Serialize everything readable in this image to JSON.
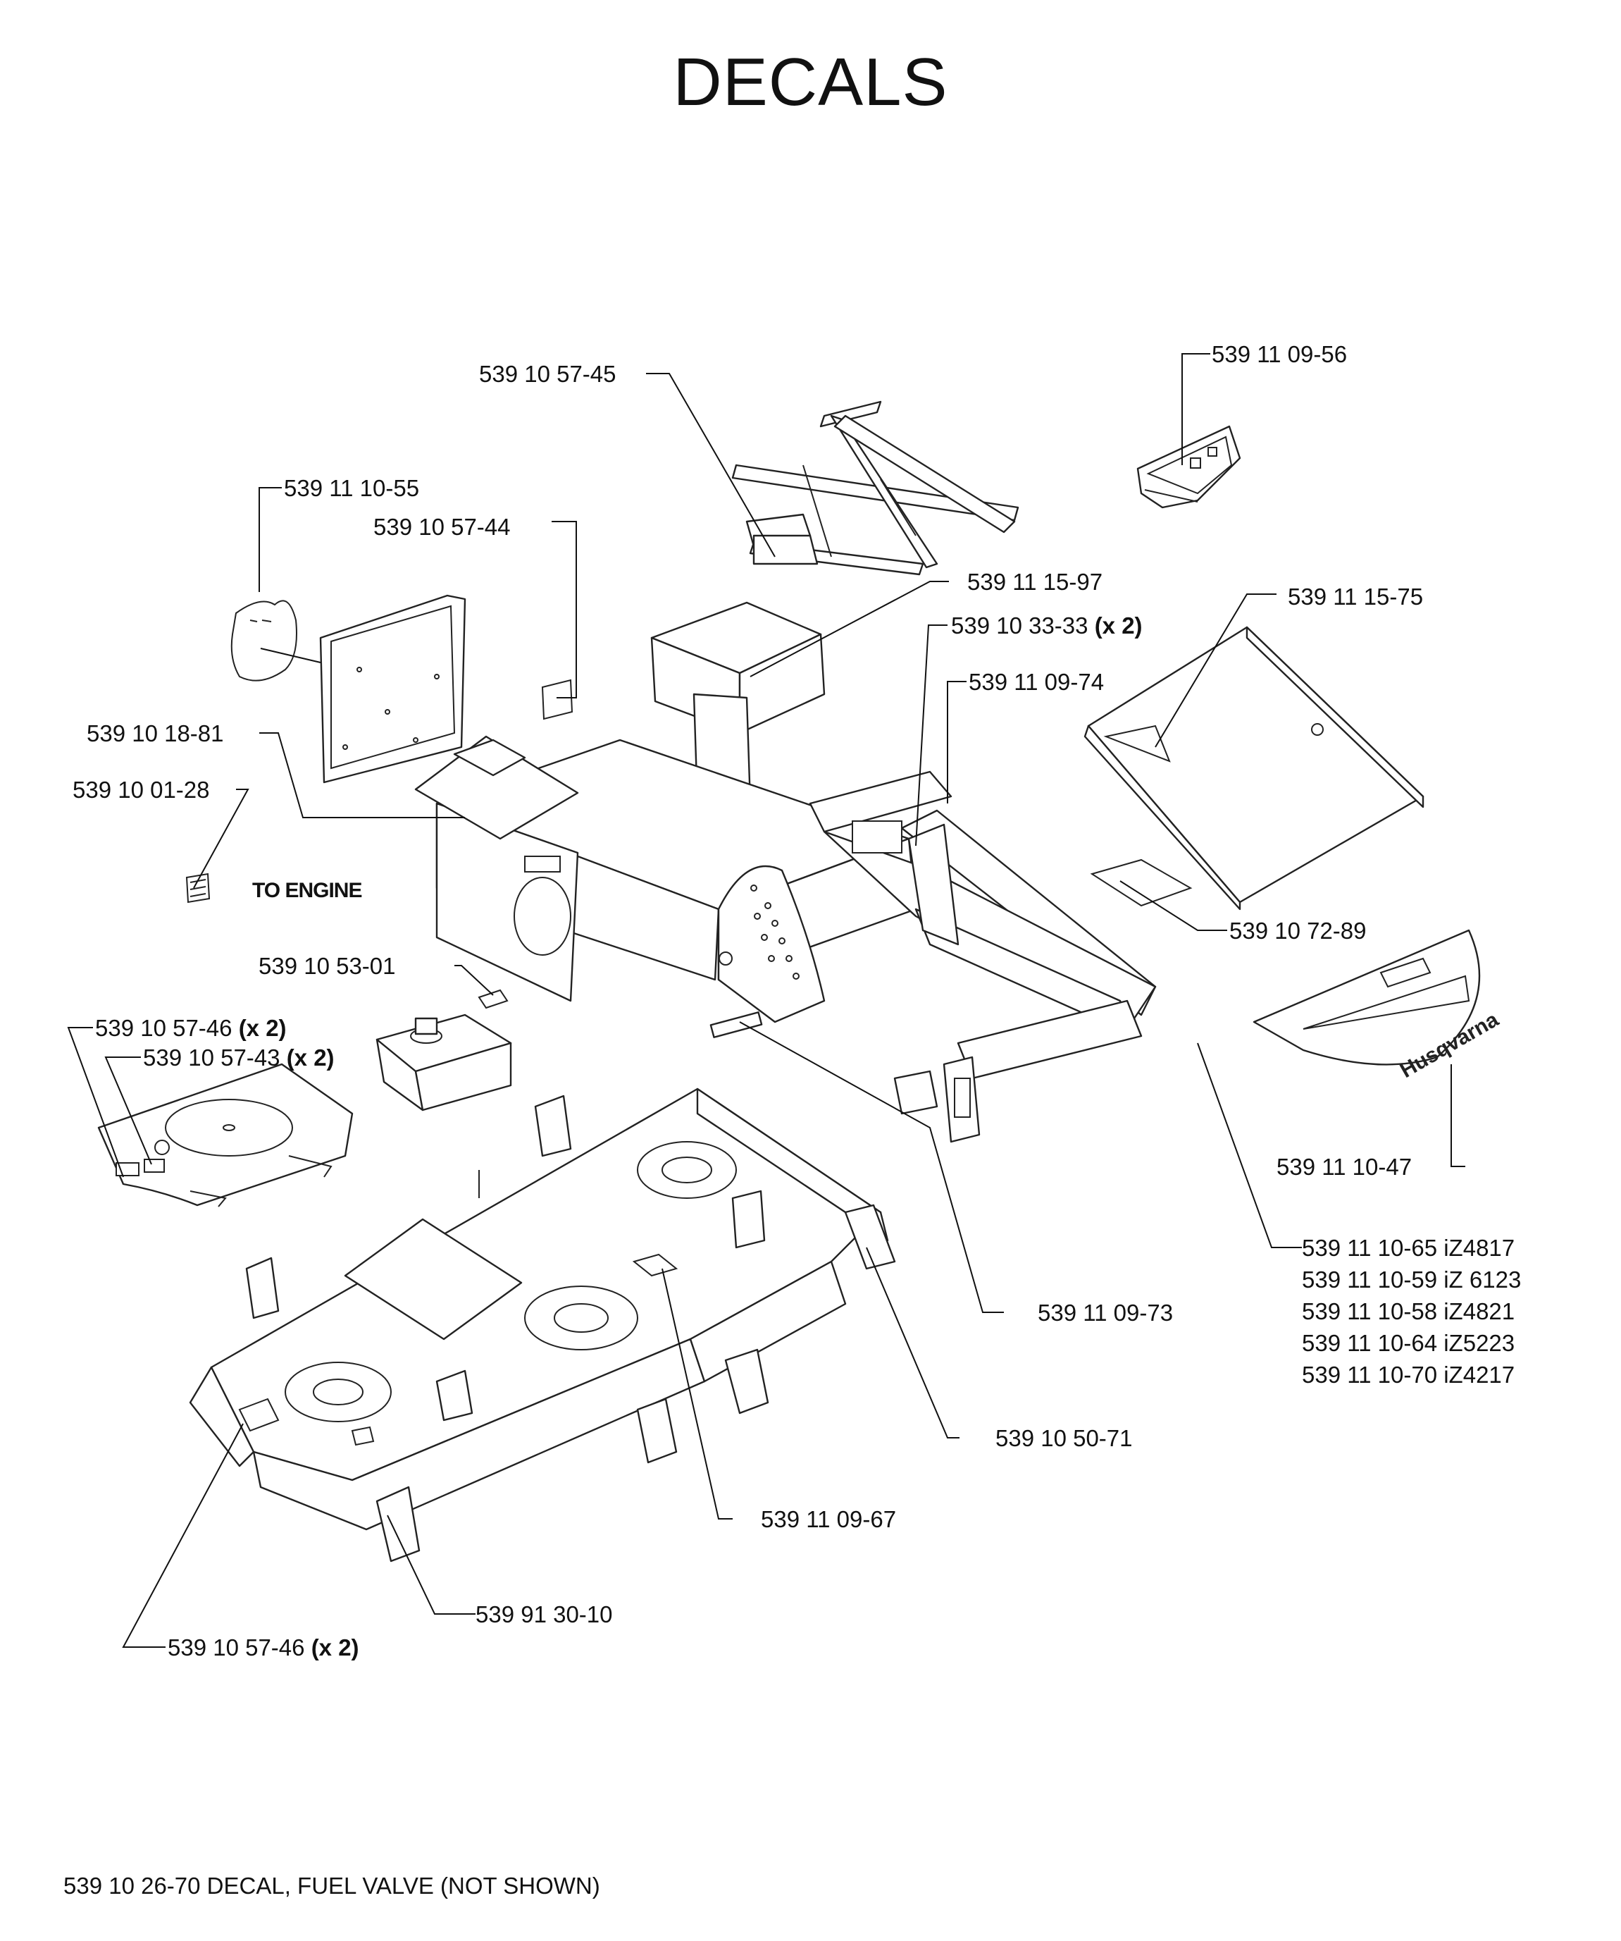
{
  "title": "DECALS",
  "callouts": {
    "c1": {
      "part": "539 10 57-45",
      "qty": ""
    },
    "c2": {
      "part": "539 11 09-56",
      "qty": ""
    },
    "c3": {
      "part": "539 11 10-55",
      "qty": ""
    },
    "c4": {
      "part": "539 10 57-44",
      "qty": ""
    },
    "c5": {
      "part": "539 11 15-97",
      "qty": ""
    },
    "c6": {
      "part": "539 10 33-33",
      "qty": "(x 2)"
    },
    "c7": {
      "part": "539 11 15-75",
      "qty": ""
    },
    "c8": {
      "part": "539 11 09-74",
      "qty": ""
    },
    "c9": {
      "part": "539 10 18-81",
      "qty": ""
    },
    "c10": {
      "part": "539 10 01-28",
      "qty": ""
    },
    "c11": {
      "part": "539 10 72-89",
      "qty": ""
    },
    "c12": {
      "part": "539 10 53-01",
      "qty": ""
    },
    "c13": {
      "part": "539 10 57-46",
      "qty": "(x 2)"
    },
    "c14": {
      "part": "539 10 57-43",
      "qty": "(x 2)"
    },
    "c15": {
      "part": "539 11 10-47",
      "qty": ""
    },
    "c16": {
      "part": "539 11 09-73",
      "qty": ""
    },
    "c17": {
      "part": "539 10 50-71",
      "qty": ""
    },
    "c18": {
      "part": "539 11 09-67",
      "qty": ""
    },
    "c19": {
      "part": "539 91 30-10",
      "qty": ""
    },
    "c20": {
      "part": "539 10 57-46",
      "qty": "(x 2)"
    }
  },
  "model_list": [
    "539 11 10-65 iZ4817",
    "539 11 10-59 iZ 6123",
    "539 11 10-58 iZ4821",
    "539 11 10-64 iZ5223",
    "539 11 10-70 iZ4217"
  ],
  "to_engine_label": "TO ENGINE",
  "logo_text": "Husqvarna",
  "footnote": "539 10 26-70 DECAL, FUEL VALVE (NOT SHOWN)"
}
